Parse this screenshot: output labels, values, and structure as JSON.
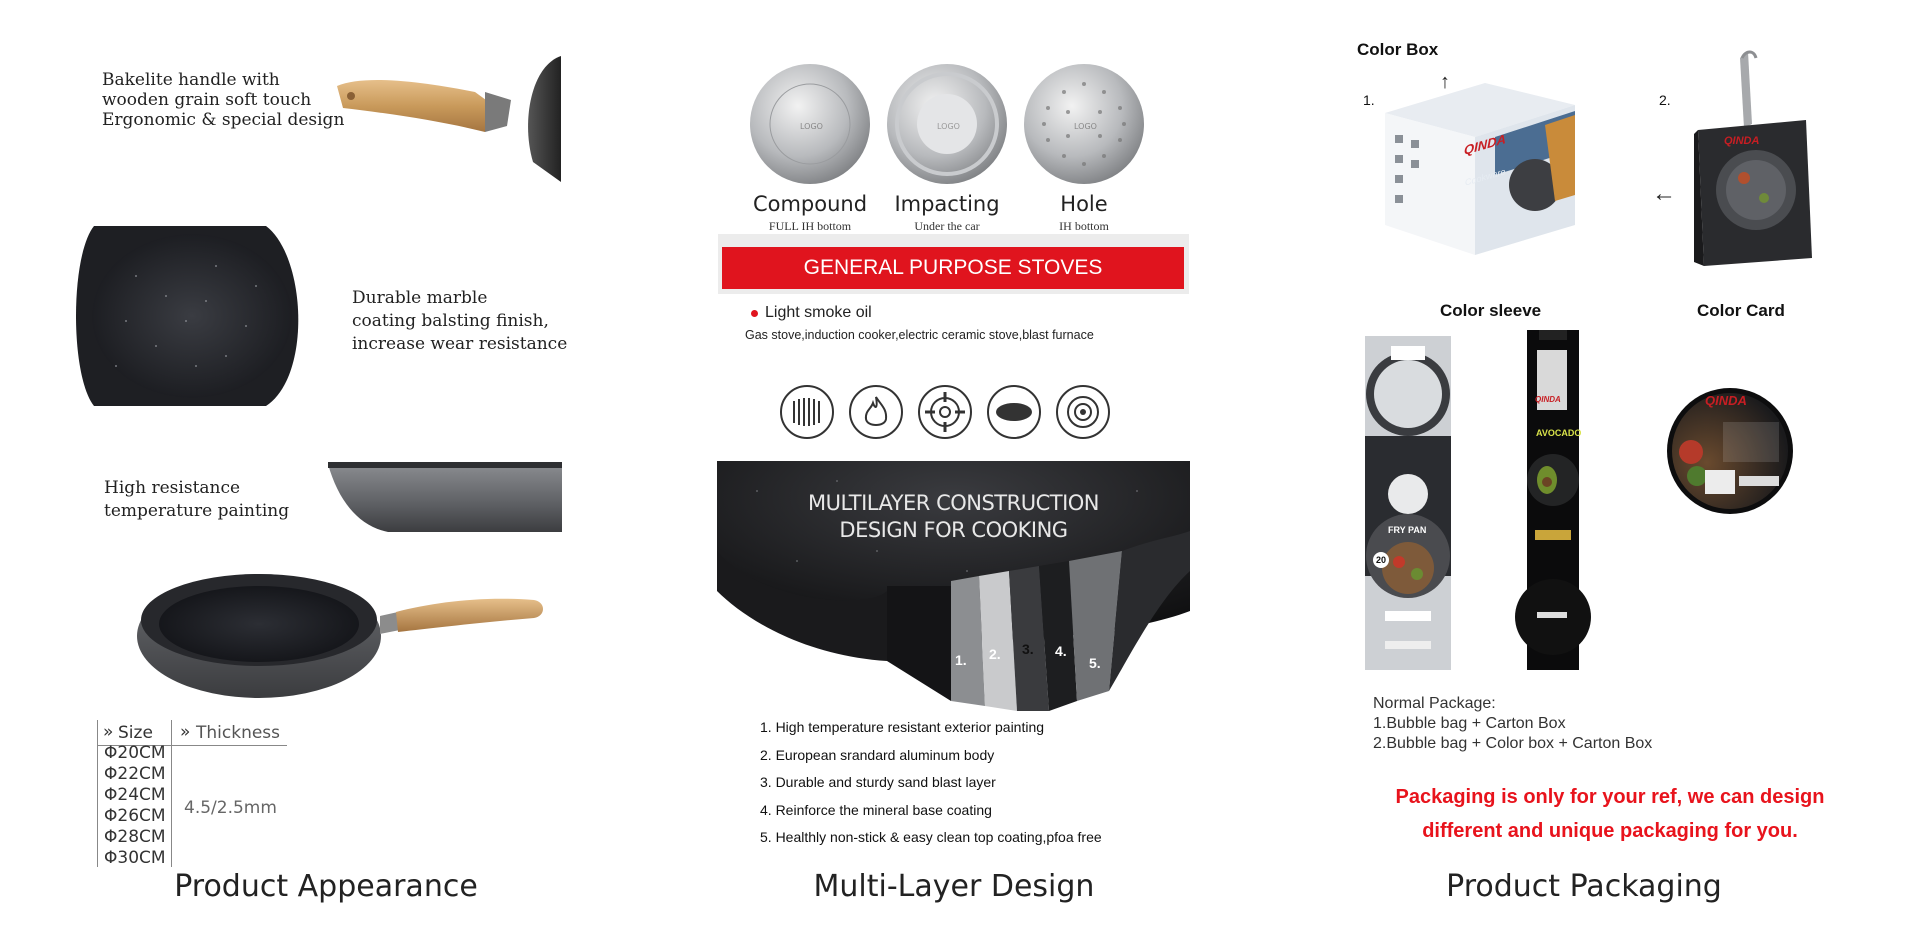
{
  "appearance": {
    "caption": "Product Appearance",
    "feature_handle": [
      "Bakelite handle with",
      "wooden grain soft touch",
      "Ergonomic & special design"
    ],
    "feature_marble": [
      "Durable marble",
      "coating balsting finish,",
      "increase wear resistance"
    ],
    "feature_paint": [
      "High resistance",
      "temperature painting"
    ],
    "size_header": "Size",
    "thickness_header": "Thickness",
    "sizes": [
      "Φ20CM",
      "Φ22CM",
      "Φ24CM",
      "Φ26CM",
      "Φ28CM",
      "Φ30CM"
    ],
    "thickness": "4.5/2.5mm"
  },
  "multilayer": {
    "caption": "Multi-Layer Design",
    "bottoms": [
      {
        "name": "Compound",
        "sub": "FULL IH bottom",
        "logo": "LOGO"
      },
      {
        "name": "Impacting",
        "sub": "Under the car",
        "logo": "LOGO"
      },
      {
        "name": "Hole",
        "sub": "IH bottom",
        "logo": "LOGO"
      }
    ],
    "banner": "GENERAL PURPOSE STOVES",
    "smoke": "Light smoke oil",
    "stoves": "Gas stove,induction cooker,electric ceramic stove,blast furnace",
    "construction": [
      "MULTILAYER CONSTRUCTION",
      "DESIGN FOR COOKING"
    ],
    "layer_numbers": [
      "1.",
      "2.",
      "3.",
      "4.",
      "5."
    ],
    "layers": [
      "1. High temperature resistant exterior painting",
      "2. European srandard aluminum body",
      "3. Durable and sturdy sand blast layer",
      "4. Reinforce the mineral base coating",
      "5. Healthly non-stick & easy clean top coating,pfoa free"
    ],
    "colors": {
      "banner": "#e0141e"
    }
  },
  "packaging": {
    "caption": "Product Packaging",
    "color_box": "Color Box",
    "item1": "1.",
    "item2": "2.",
    "color_sleeve": "Color sleeve",
    "color_card": "Color Card",
    "brand": "QINDA",
    "box_side": "Cookware",
    "frypan": "FRY PAN",
    "avocado": "AVOCADO",
    "size_badge": "20",
    "normal_title": "Normal Package:",
    "normal_lines": [
      "1.Bubble bag + Carton Box",
      "2.Bubble bag + Color box + Carton Box"
    ],
    "notice": [
      "Packaging is only for your ref, we can design",
      "different and unique packaging for you."
    ],
    "colors": {
      "notice": "#e8131c"
    }
  }
}
